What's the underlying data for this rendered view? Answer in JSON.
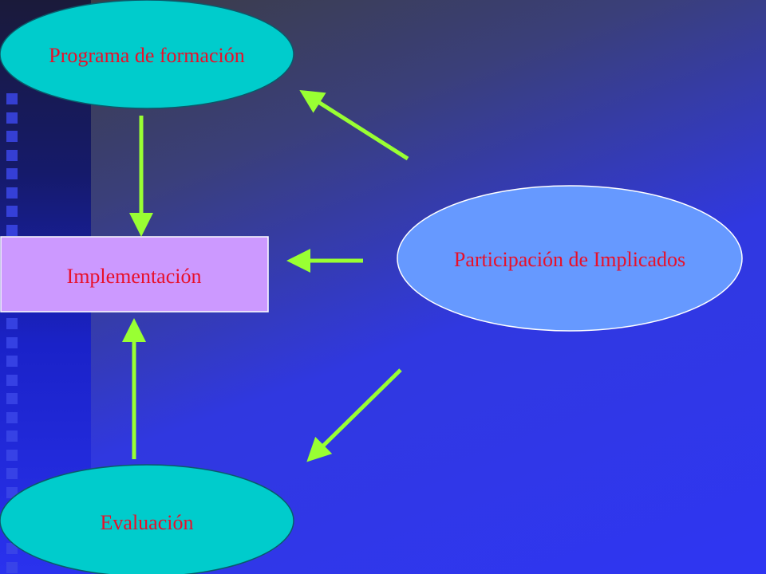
{
  "nodes": {
    "programa": "Programa de formación",
    "implementacion": "Implementación",
    "participacion": "Participación de Implicados",
    "evaluacion": "Evaluación"
  },
  "colors": {
    "teal_node": "#00cccc",
    "light_blue_node": "#6699ff",
    "lilac_box": "#cc99ff",
    "arrow": "#99ff33",
    "text": "#e8102a"
  }
}
